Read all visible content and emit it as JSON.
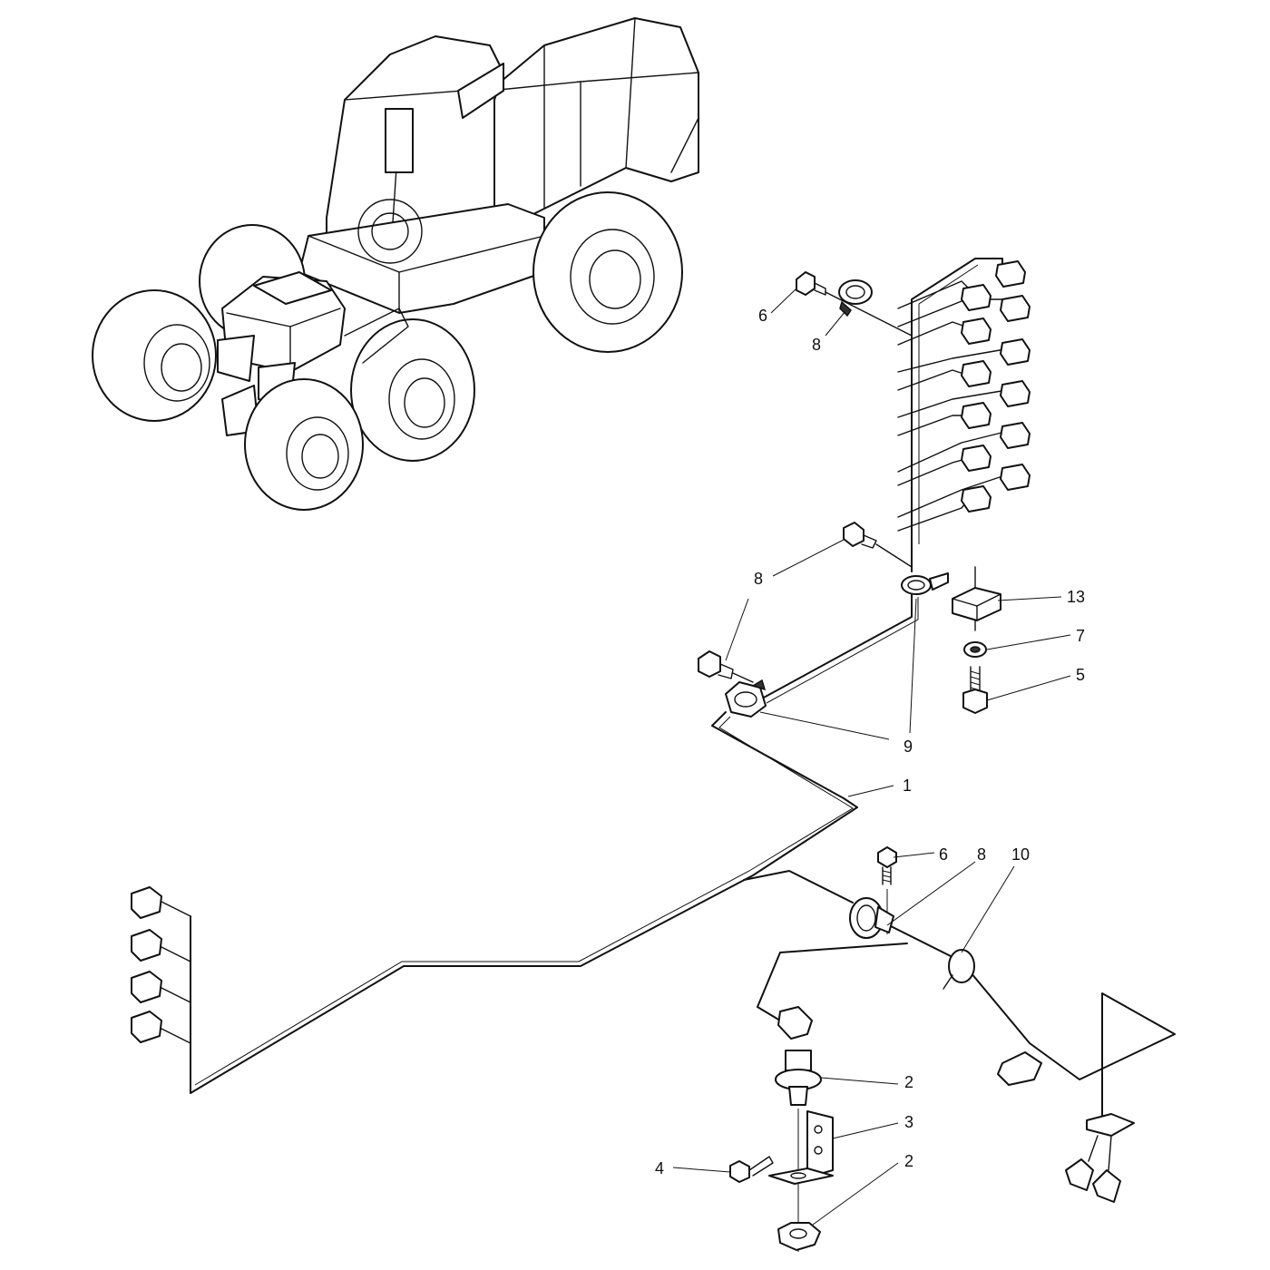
{
  "diagram": {
    "callouts": [
      {
        "id": "c6a",
        "text": "6"
      },
      {
        "id": "c8a",
        "text": "8"
      },
      {
        "id": "c8b",
        "text": "8"
      },
      {
        "id": "c13",
        "text": "13"
      },
      {
        "id": "c7",
        "text": "7"
      },
      {
        "id": "c5",
        "text": "5"
      },
      {
        "id": "c9",
        "text": "9"
      },
      {
        "id": "c1",
        "text": "1"
      },
      {
        "id": "c6b",
        "text": "6"
      },
      {
        "id": "c8c",
        "text": "8"
      },
      {
        "id": "c10",
        "text": "10"
      },
      {
        "id": "c2a",
        "text": "2"
      },
      {
        "id": "c3",
        "text": "3"
      },
      {
        "id": "c4",
        "text": "4"
      },
      {
        "id": "c2b",
        "text": "2"
      }
    ]
  }
}
